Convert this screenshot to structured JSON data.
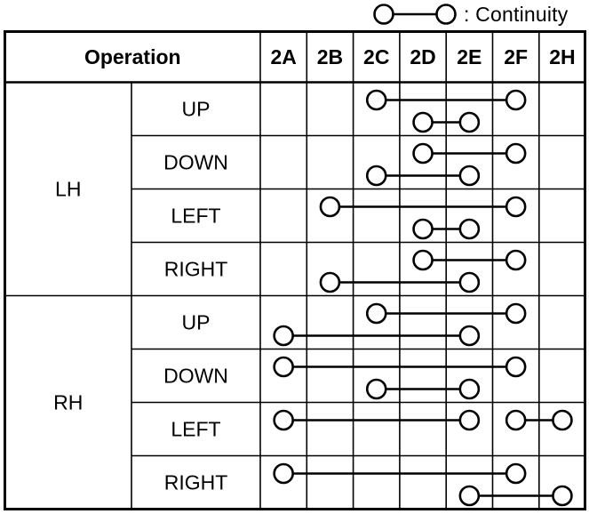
{
  "legend": {
    "icon": "continuity-symbol-icon",
    "label": ": Continuity"
  },
  "table": {
    "header": {
      "operation": "Operation",
      "terminals": [
        "2A",
        "2B",
        "2C",
        "2D",
        "2E",
        "2F",
        "2H"
      ]
    },
    "groups": [
      {
        "label": "LH",
        "rows": [
          {
            "label": "UP",
            "connections": [
              {
                "from": "2C",
                "to": "2F",
                "level": 1
              },
              {
                "from": "2D",
                "to": "2E",
                "level": 2
              }
            ]
          },
          {
            "label": "DOWN",
            "connections": [
              {
                "from": "2D",
                "to": "2F",
                "level": 1
              },
              {
                "from": "2C",
                "to": "2E",
                "level": 2
              }
            ]
          },
          {
            "label": "LEFT",
            "connections": [
              {
                "from": "2B",
                "to": "2F",
                "level": 1
              },
              {
                "from": "2D",
                "to": "2E",
                "level": 2
              }
            ]
          },
          {
            "label": "RIGHT",
            "connections": [
              {
                "from": "2D",
                "to": "2F",
                "level": 1
              },
              {
                "from": "2B",
                "to": "2E",
                "level": 2
              }
            ]
          }
        ]
      },
      {
        "label": "RH",
        "rows": [
          {
            "label": "UP",
            "connections": [
              {
                "from": "2C",
                "to": "2F",
                "level": 1
              },
              {
                "from": "2A",
                "to": "2E",
                "level": 2
              }
            ]
          },
          {
            "label": "DOWN",
            "connections": [
              {
                "from": "2A",
                "to": "2F",
                "level": 1
              },
              {
                "from": "2C",
                "to": "2E",
                "level": 2
              }
            ]
          },
          {
            "label": "LEFT",
            "connections": [
              {
                "from": "2A",
                "to": "2E",
                "level": 1
              },
              {
                "from": "2F",
                "to": "2H",
                "level": 1
              }
            ]
          },
          {
            "label": "RIGHT",
            "connections": [
              {
                "from": "2A",
                "to": "2F",
                "level": 1
              },
              {
                "from": "2E",
                "to": "2H",
                "level": 2
              }
            ]
          }
        ]
      }
    ]
  },
  "colors": {
    "line": "#000000",
    "background": "#ffffff"
  }
}
